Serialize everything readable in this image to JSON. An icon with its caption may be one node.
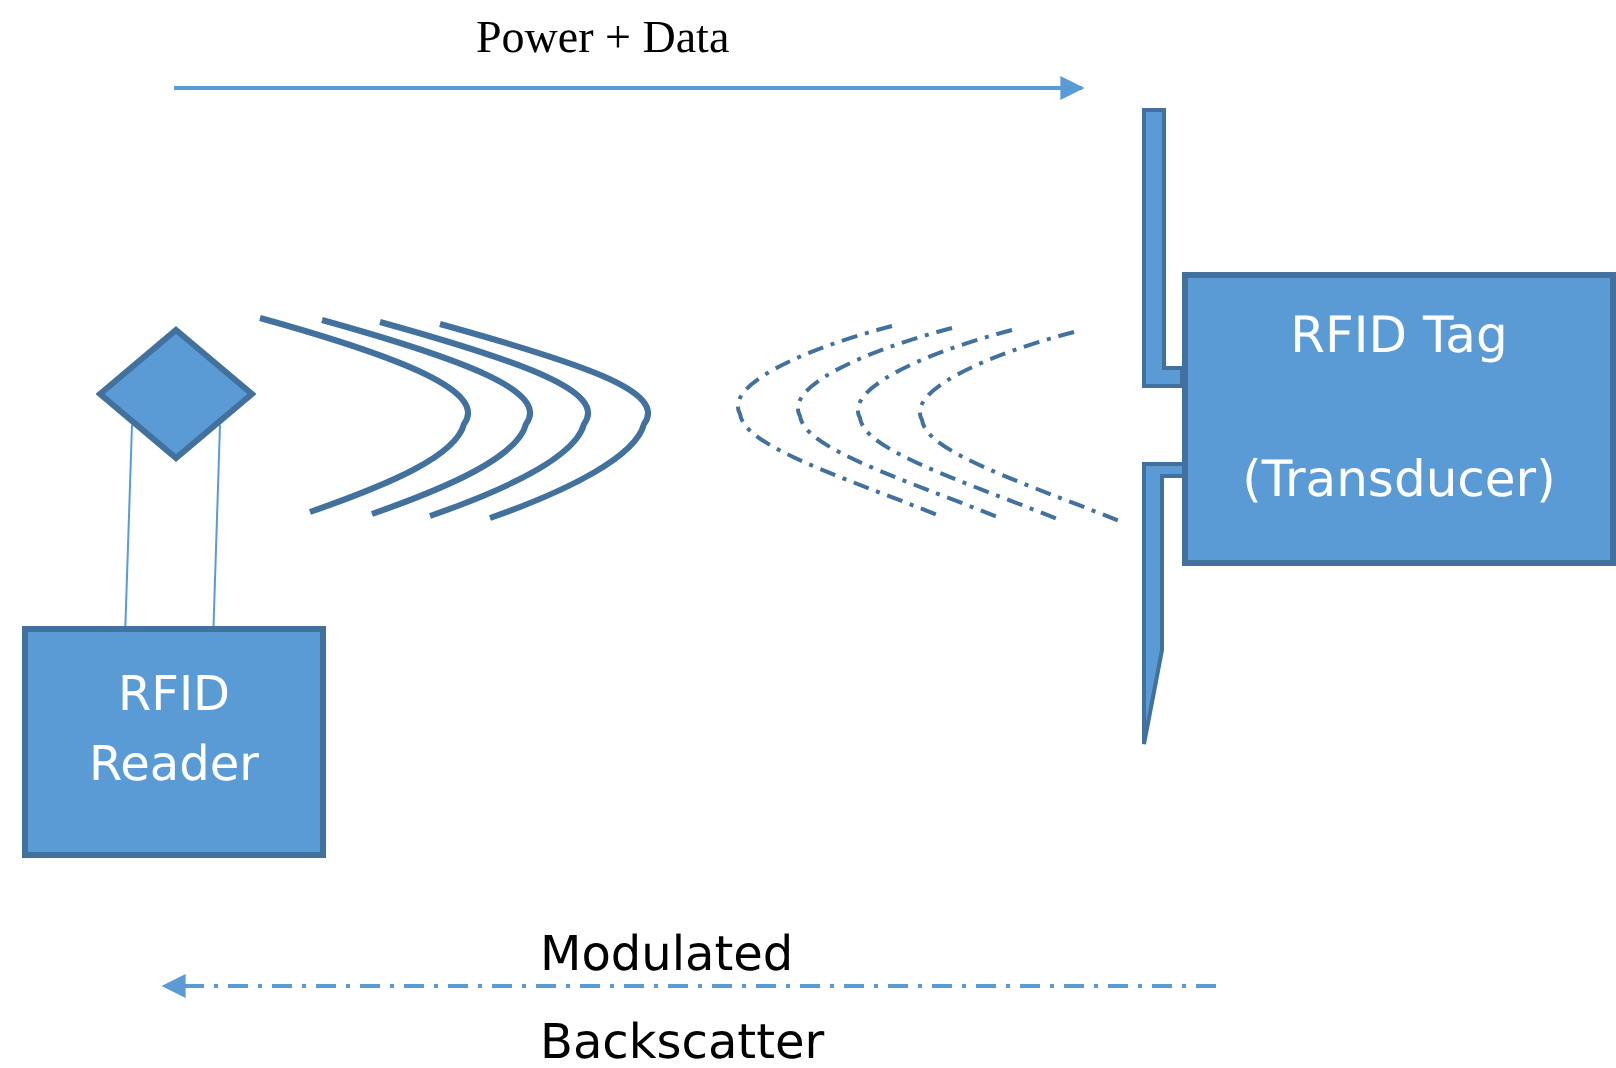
{
  "diagram": {
    "nodes": [
      {
        "text": [],
        "shape": "diamond"
      },
      {
        "text": [
          "RFID Reader"
        ]
      },
      {
        "text": [
          "RFID Tag",
          "(Transducer)"
        ]
      }
    ],
    "edges": [
      {
        "from": 0,
        "to": 1,
        "arrow": "none"
      },
      {
        "from": 0,
        "to": 1,
        "arrow": "none"
      }
    ],
    "labels": [
      "Power + Data",
      "Modulated Backscatter"
    ]
  }
}
